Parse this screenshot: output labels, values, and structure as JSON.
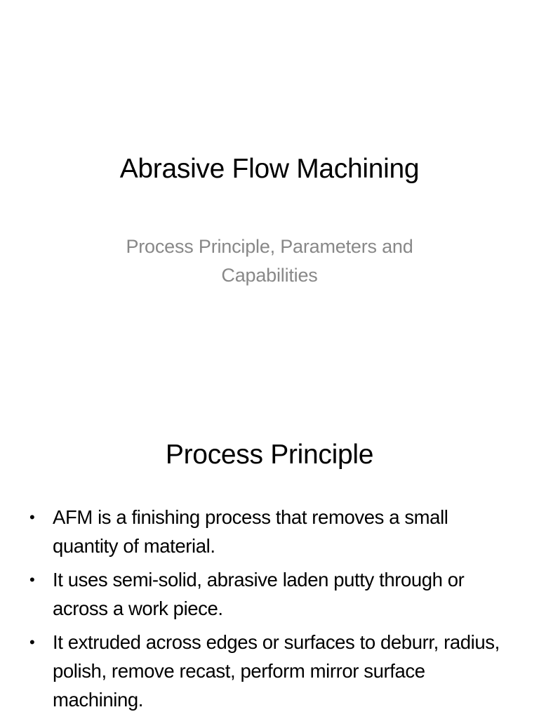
{
  "slides": [
    {
      "title": "Abrasive Flow Machining",
      "subtitle": "Process Principle, Parameters and Capabilities"
    },
    {
      "title": "Process Principle",
      "bullet_glyph": "•",
      "bullets": [
        "AFM is a finishing process that removes a small quantity of material.",
        "It uses semi-solid, abrasive laden putty through or across a work piece.",
        "It extruded across edges or surfaces to deburr, radius, polish, remove recast, perform mirror surface machining."
      ]
    }
  ],
  "colors": {
    "background": "#ffffff",
    "title_text": "#000000",
    "subtitle_text": "#888888",
    "body_text": "#000000"
  }
}
